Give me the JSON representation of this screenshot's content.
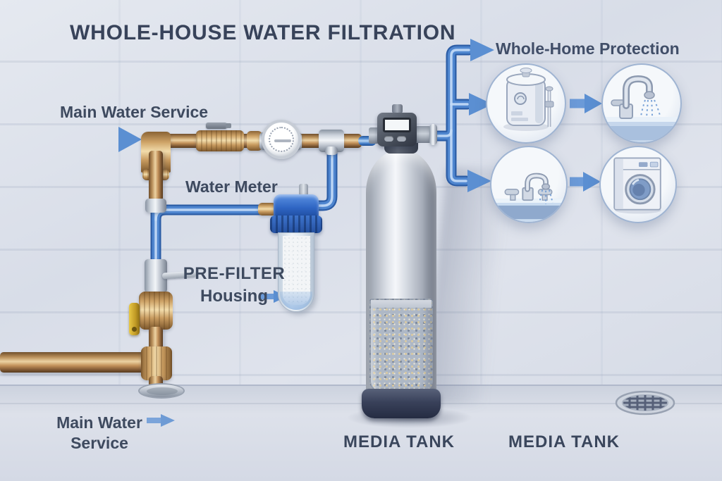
{
  "title": "WHOLE-HOUSE WATER FILTRATION",
  "left_labels": {
    "main_water_service": "Main Water Service",
    "water_meter": "Water Meter",
    "prefilter_line1": "PRE-FILTER",
    "prefilter_line2": "Housing",
    "main_water_bottom_line1": "Main Water",
    "main_water_bottom_line2": "Service"
  },
  "tank_labels": {
    "left": "MEDIA TANK",
    "right": "MEDIA TANK"
  },
  "protection": {
    "heading": "Whole-Home Protection",
    "fixtures": [
      {
        "icon": "water-heater-icon"
      },
      {
        "icon": "kitchen-faucet-icon"
      },
      {
        "icon": "bathroom-faucet-icon"
      },
      {
        "icon": "washing-machine-icon"
      }
    ]
  },
  "colors": {
    "accent_blue": "#5b8fd2",
    "pipe_blue": "#3f7ac6",
    "pipe_copper": "#b5854f",
    "filter_cap_blue": "#2f66c4",
    "tank_steel": "#d4d9e1",
    "tank_base_navy": "#39415a",
    "label_text": "#3e4a5f",
    "wall": "#dde2eb",
    "floor": "#d8dde7"
  }
}
